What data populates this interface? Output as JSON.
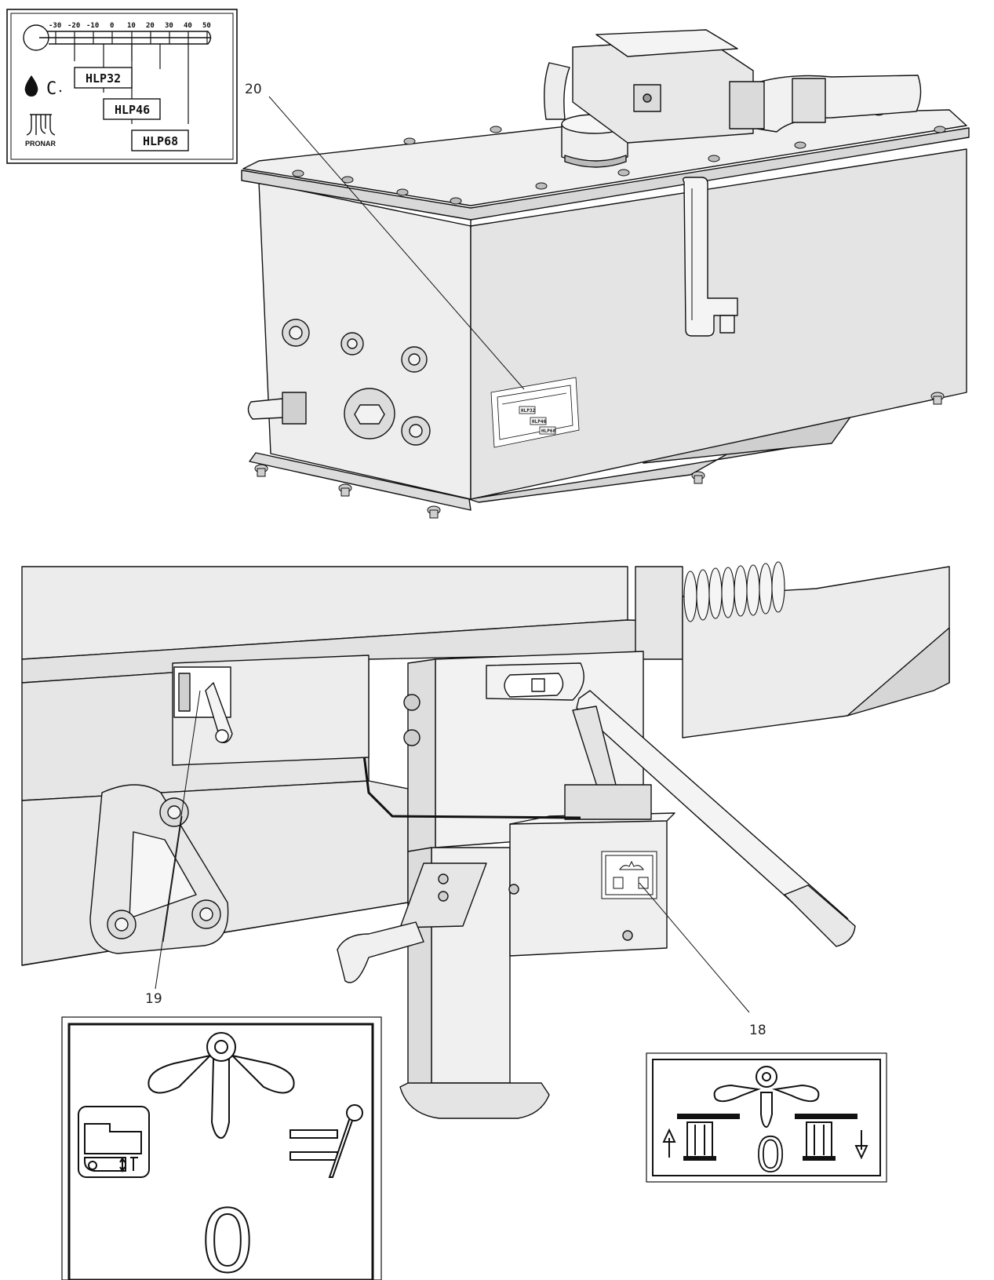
{
  "callouts": {
    "c18": "18",
    "c19": "19",
    "c20": "20"
  },
  "temperature_label": {
    "scale_ticks": [
      "-30",
      "-20",
      "-10",
      "0",
      "10",
      "20",
      "30",
      "40",
      "50"
    ],
    "oil_grades": [
      "HLP32",
      "HLP46",
      "HLP68"
    ],
    "brand": "PRONAR",
    "degree_symbol": "C"
  },
  "lever_sticker_19": {
    "position_symbol": "0"
  },
  "lever_sticker_18": {
    "position_symbol": "0",
    "roman_left": "II",
    "roman_right": "II"
  },
  "colors": {
    "line": "#111111",
    "metal_fill": "#e4e4e4",
    "metal_light": "#f2f2f2",
    "metal_dark": "#c8c8c8"
  }
}
